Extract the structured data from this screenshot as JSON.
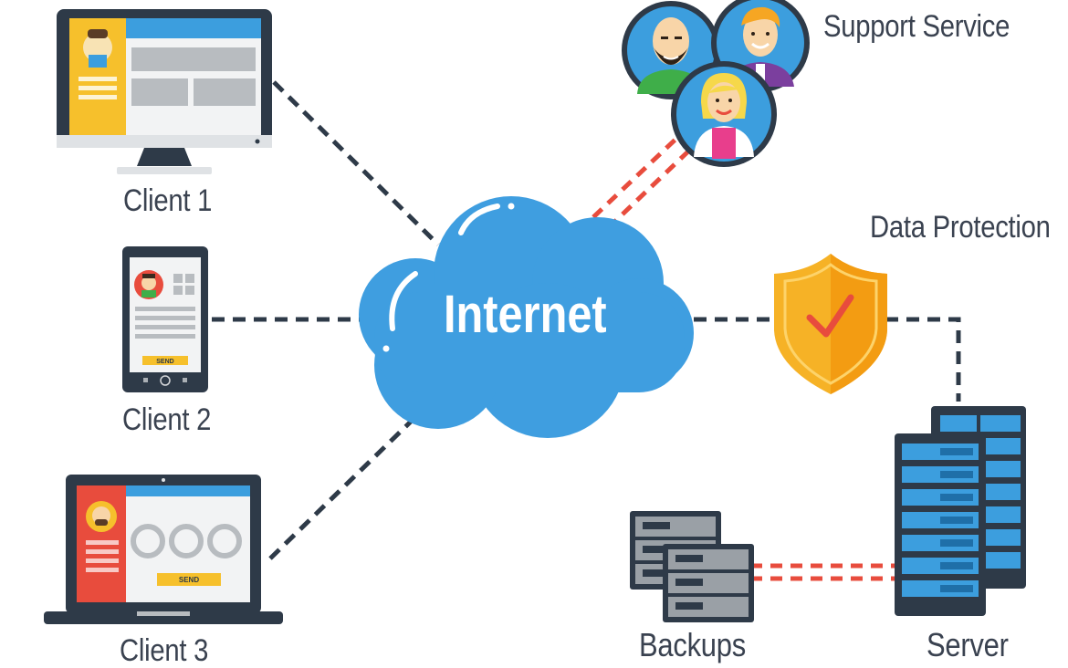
{
  "diagram": {
    "internet_label": "Internet",
    "nodes": {
      "client1": "Client 1",
      "client2": "Client 2",
      "client3": "Client 3",
      "support": "Support Service",
      "protection": "Data Protection",
      "backups": "Backups",
      "server": "Server"
    },
    "buttons": {
      "phone_send": "SEND",
      "laptop_send": "SEND"
    },
    "colors": {
      "cloud": "#3f9ee0",
      "dark": "#2e3a48",
      "red_link": "#e84c3d",
      "shield": "#f6b226",
      "server_blue": "#3c9ede"
    },
    "icons": [
      "monitor-icon",
      "phone-icon",
      "laptop-icon",
      "cloud-icon",
      "people-avatars-icon",
      "shield-check-icon",
      "server-rack-icon",
      "backup-drives-icon"
    ]
  }
}
